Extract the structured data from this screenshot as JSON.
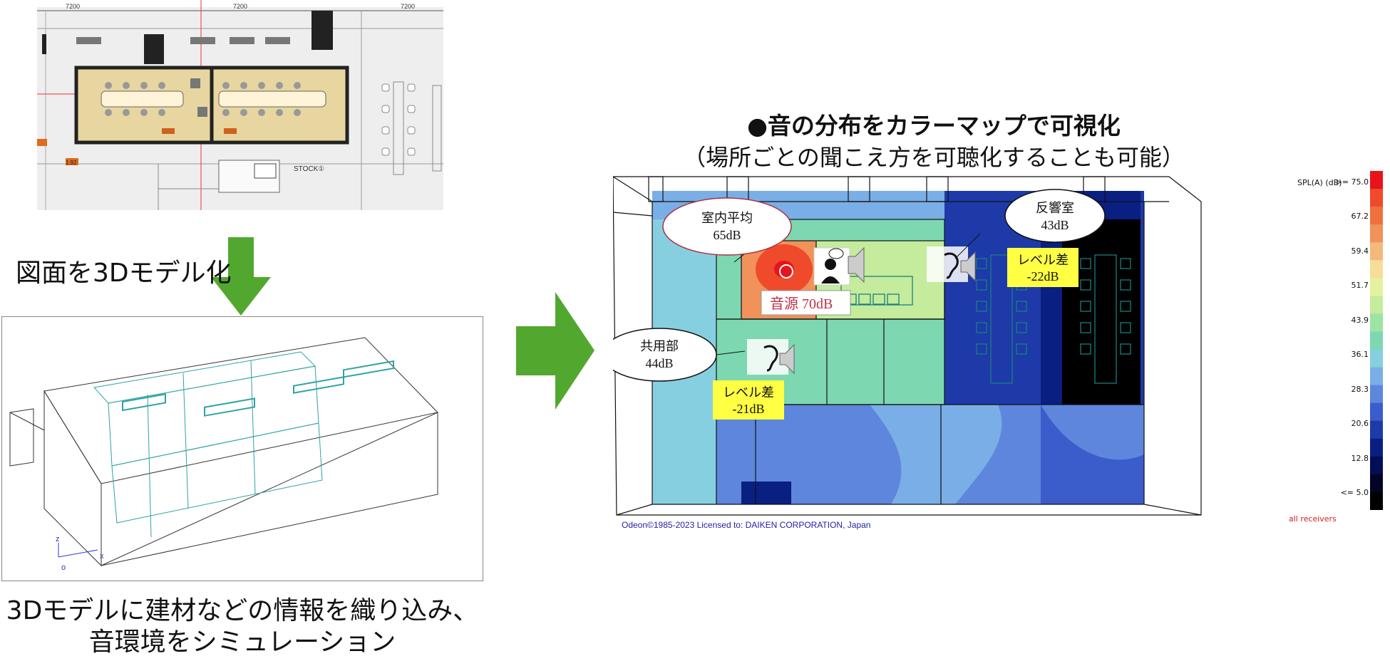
{
  "plan": {
    "dims": [
      "7200",
      "7200",
      "7200"
    ],
    "labels": [
      "STOCK①",
      "1.92"
    ]
  },
  "captions": {
    "to_model": "図面を3Dモデル化",
    "simulate_line1": "3Dモデルに建材などの情報を織り込み、",
    "simulate_line2": "音環境をシミュレーション"
  },
  "model3d": {
    "axis_z": "z",
    "axis_x": "x",
    "axis_o": "o"
  },
  "heading": {
    "main": "●音の分布をカラーマップで可視化",
    "sub": "（場所ごとの聞こえ方を可聴化することも可能）"
  },
  "map": {
    "bubbles": {
      "room_avg": {
        "line1": "室内平均",
        "line2": "65dB"
      },
      "reverb": {
        "line1": "反響室",
        "line2": "43dB"
      },
      "common": {
        "line1": "共用部",
        "line2": "44dB"
      }
    },
    "source_label": "音源 70dB",
    "level_diff_1": {
      "line1": "レベル差",
      "line2": "-22dB"
    },
    "level_diff_2": {
      "line1": "レベル差",
      "line2": "-21dB"
    },
    "copyright": "Odeon©1985-2023   Licensed to: DAIKEN CORPORATION, Japan",
    "all_receivers": "all receivers"
  },
  "legend": {
    "title": "SPL(A) (dB)",
    "ticks": [
      ">= 75.0",
      "67.2",
      "59.4",
      "51.7",
      "43.9",
      "36.1",
      "28.3",
      "20.6",
      "12.8",
      "<= 5.0"
    ],
    "colors": [
      "#e8141b",
      "#ef4a2c",
      "#f0703e",
      "#f0925a",
      "#f4b97a",
      "#f6dd9a",
      "#e4f2a0",
      "#c4ec9c",
      "#9ee3a4",
      "#7dd7b0",
      "#86cfe0",
      "#7aaee6",
      "#5e86dc",
      "#3b5ccb",
      "#1d3aa8",
      "#0a1f82",
      "#040e55",
      "#020626",
      "#000000"
    ]
  },
  "colors": {
    "green_arrow": "#52a82f",
    "source_text": "#c0304a",
    "yellow": "#ffff44"
  }
}
